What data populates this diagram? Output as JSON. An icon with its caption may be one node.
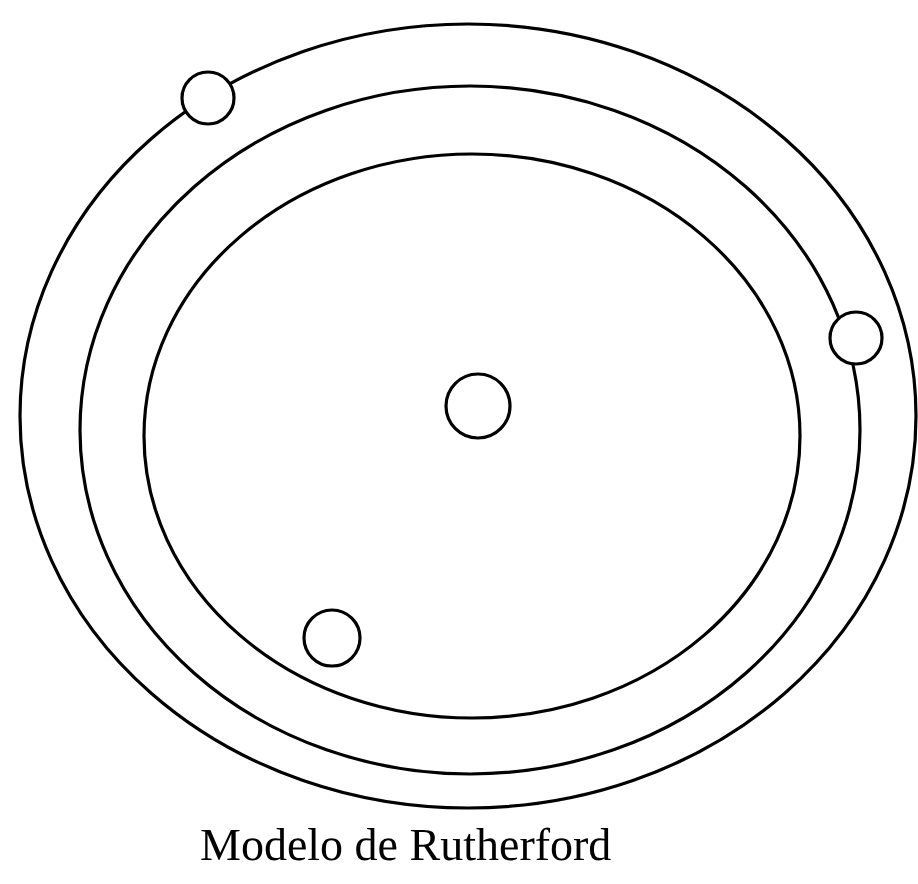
{
  "diagram": {
    "caption": "Modelo de Rutherford",
    "nodes": [
      {
        "text": [],
        "shape": "ellipse"
      },
      {
        "text": [],
        "shape": "ellipse",
        "in": 0
      },
      {
        "text": [],
        "shape": "ellipse",
        "in": 1
      },
      {
        "text": [],
        "shape": "circle",
        "in": 0
      },
      {
        "text": [],
        "shape": "circle",
        "in": 0
      },
      {
        "text": [],
        "shape": "circle",
        "in": 2
      },
      {
        "text": [],
        "shape": "circle",
        "in": 2
      }
    ]
  }
}
